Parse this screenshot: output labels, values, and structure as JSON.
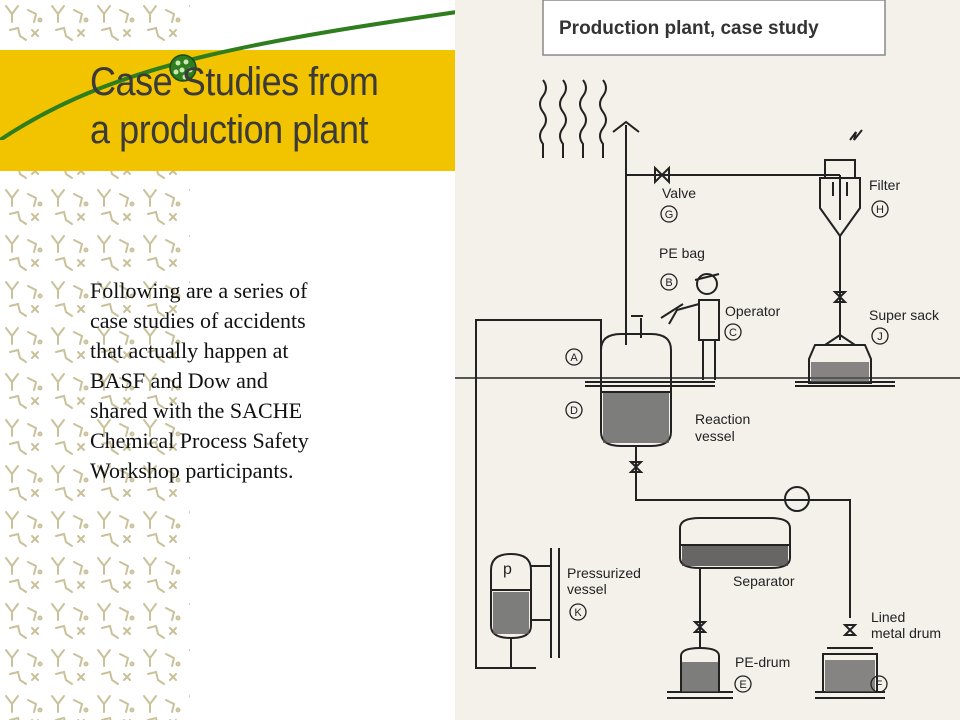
{
  "slide": {
    "title_line1": "Case Studies from",
    "title_line2": "a production plant",
    "body_lines": [
      "Following are a series of",
      "case studies of accidents",
      "that actually happen at",
      "BASF and Dow and",
      "shared with the SACHE",
      "Chemical Process Safety",
      "Workshop participants."
    ]
  },
  "diagram": {
    "heading": "Production plant, case study",
    "labels": {
      "valve": "Valve",
      "valve_tag": "G",
      "filter": "Filter",
      "filter_tag": "H",
      "pe_bag": "PE bag",
      "pe_bag_tag": "B",
      "operator": "Operator",
      "operator_tag": "C",
      "super_sack": "Super sack",
      "super_sack_tag": "J",
      "tag_a": "A",
      "tag_d": "D",
      "reaction_vessel_1": "Reaction",
      "reaction_vessel_2": "vessel",
      "separator": "Separator",
      "pressurized_vessel_1": "Pressurized",
      "pressurized_vessel_2": "vessel",
      "pressurized_vessel_tag": "K",
      "p_label": "p",
      "pe_drum": "PE-drum",
      "pe_drum_tag": "E",
      "lined_drum_1": "Lined",
      "lined_drum_2": "metal drum",
      "lined_drum_tag": "F"
    }
  },
  "colors": {
    "banner": "#f2c400",
    "accent_line": "#2e7d1e",
    "title_text": "#3a3a3a"
  }
}
